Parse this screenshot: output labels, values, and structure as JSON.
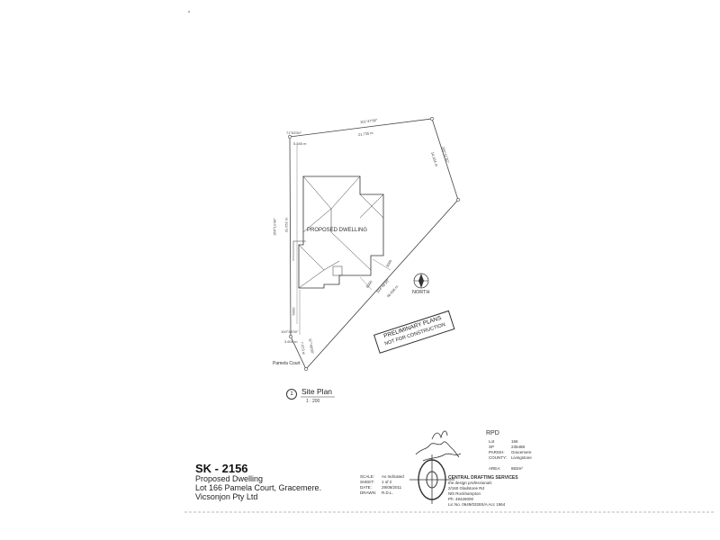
{
  "plan": {
    "dwelling_label": "PROPOSED DWELLING",
    "north_label": "NORTH",
    "street_label": "Pamela Court",
    "boundary_labels": {
      "top_left_bearing": "71°53'50\"",
      "top_left_dist": "5.545 m",
      "top_bearing": "101°47'00\"",
      "top_dist": "21.735 m",
      "right_bearing": "200°11'30\"",
      "right_dist": "14.164 m",
      "left_bearing": "356°12'00\"",
      "left_dist": "31.652 m",
      "diag_bearing": "324°48'30\"",
      "diag_dist": "46.636 m",
      "bottom_bearing": "100°38'00\"",
      "bottom_dist": "3.605 m",
      "corner_bearing": "57°48'00\"",
      "corner_dist": "7.073 m",
      "setback_1": "6000",
      "setback_2": "3000",
      "setback_3": "6000"
    }
  },
  "stamp": {
    "line1": "PRELIMINARY PLANS",
    "line2": "NOT FOR CONSTRUCTION"
  },
  "site_plan": {
    "number": "1",
    "title": "Site Plan",
    "scale": "1 : 200"
  },
  "title_block": {
    "sheet_code": "SK - 2156",
    "project_line1": "Proposed Dwelling",
    "project_line2": "Lot 166 Pamela Court, Gracemere.",
    "client": "Vicsonjon Pty Ltd",
    "fields": {
      "scale_label": "SCALE:",
      "scale_value": "As Indicated",
      "sheet_label": "SHEET:",
      "sheet_value": "1 of 2",
      "date_label": "DATE:",
      "date_value": "29/08/2011",
      "drawn_label": "DRAWN:",
      "drawn_value": "R.D.L."
    },
    "company_name": "CENTRAL DRAFTING SERVICES",
    "company_tagline": "the design professionals",
    "company_address1": "2/160 Gladstone Rd",
    "company_address2": "Nth Rockhampton",
    "company_phone": "Ph: 49426000",
    "company_licence": "Lic No. 0649/0328S/A Acc 1964",
    "rpd": {
      "heading": "RPD",
      "lot_label": "Lot",
      "lot_value": "166",
      "plan_label": "SP",
      "plan_value": "235488",
      "parish_label": "PARISH:",
      "parish_value": "Gracemere",
      "county_label": "COUNTY:",
      "county_value": "Livingstone",
      "area_label": "AREA:",
      "area_value": "883m²"
    }
  }
}
